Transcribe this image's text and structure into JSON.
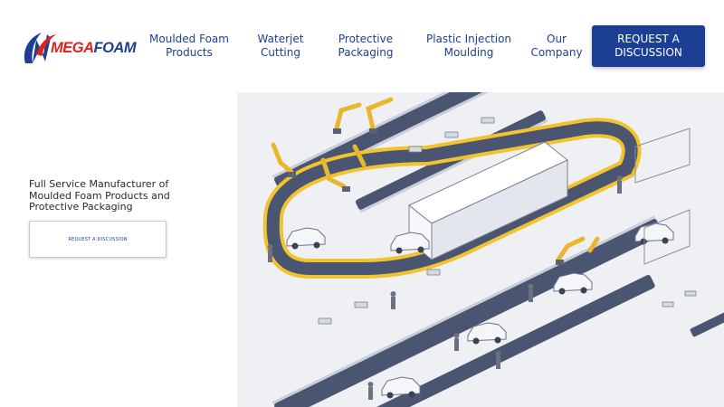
{
  "brand": {
    "name_part1": "MEGA",
    "name_part2": "FOAM",
    "primary_color": "#1c3f94",
    "accent_color": "#e0211d"
  },
  "nav": {
    "moulded": "Moulded Foam\nProducts",
    "waterjet": "Waterjet\nCutting",
    "protective": "Protective\nPackaging",
    "plastic": "Plastic Injection\nMoulding",
    "company": "Our\nCompany"
  },
  "header_cta": "REQUEST A\nDISCUSSION",
  "hero": {
    "title": "Full Service Manufacturer of Moulded Foam Products and Protective Packaging",
    "button": "REQUEST A DISCUSSION"
  },
  "illustration": {
    "conveyor_color": "#4a5571",
    "rail_color": "#f3c32e",
    "robot_color": "#e8b72d",
    "floor_color": "#eef0f3"
  }
}
